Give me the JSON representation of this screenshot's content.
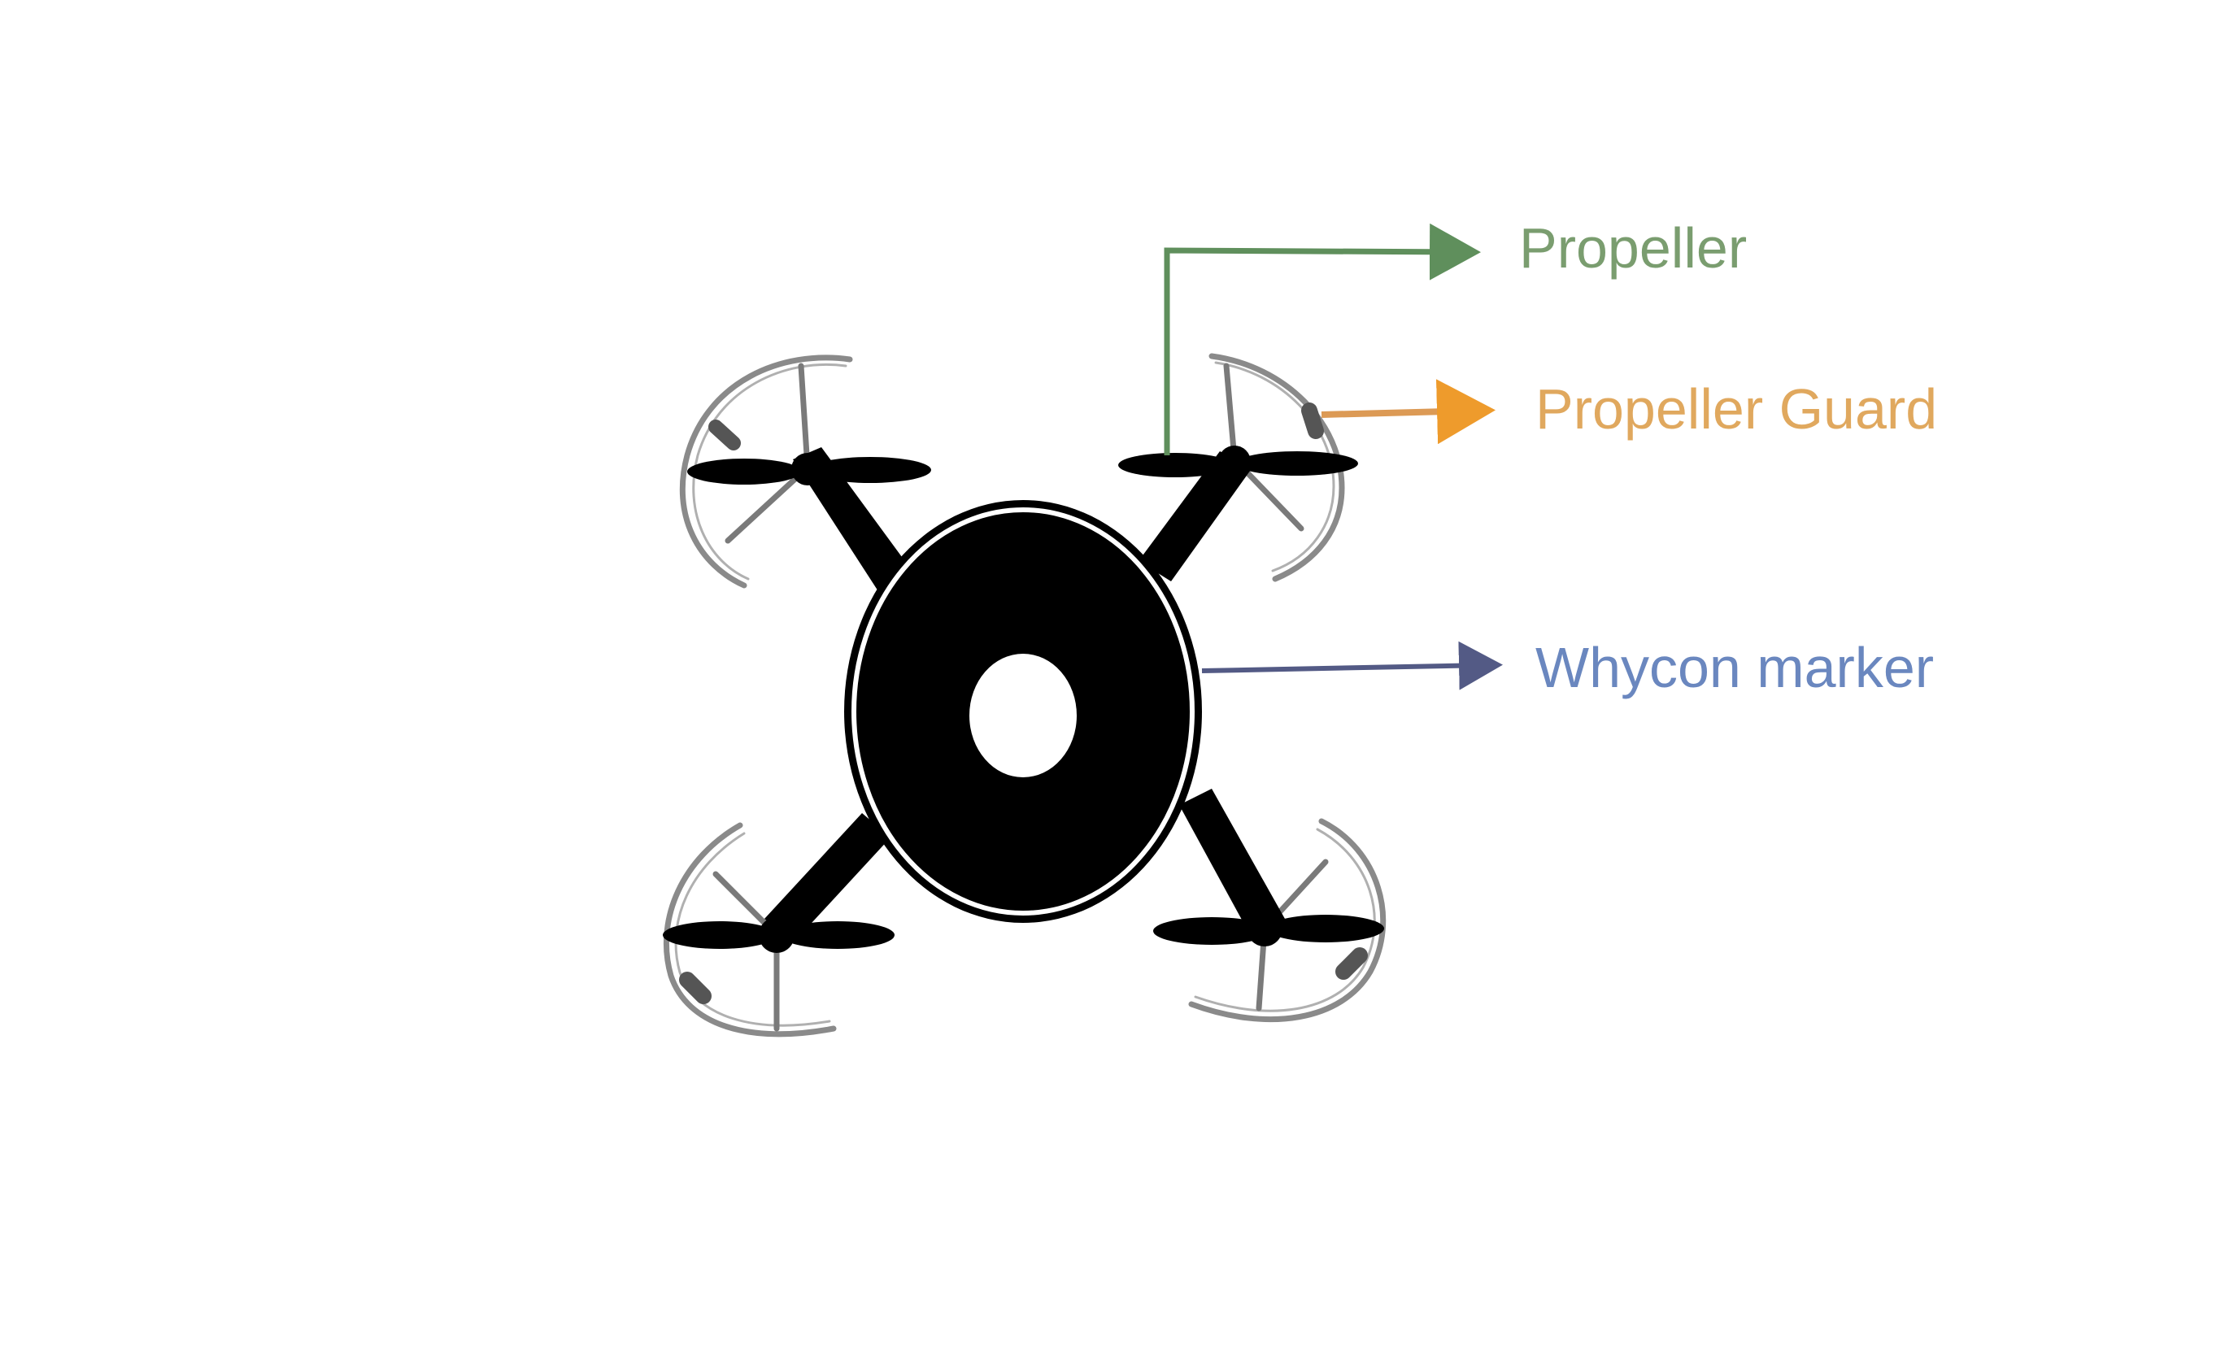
{
  "labels": {
    "propeller": "Propeller",
    "propeller_guard": "Propeller Guard",
    "whycon_marker": "Whycon marker"
  },
  "colors": {
    "propeller": "#7a9d6f",
    "propeller_arrow": "#5f8f5c",
    "propeller_guard": "#e0a85e",
    "propeller_guard_arrow": "#ee9b2c",
    "whycon_marker": "#6a87bf",
    "whycon_arrow": "#535a85",
    "drone_body": "#000000",
    "guard_stroke": "#7a7a7a"
  }
}
